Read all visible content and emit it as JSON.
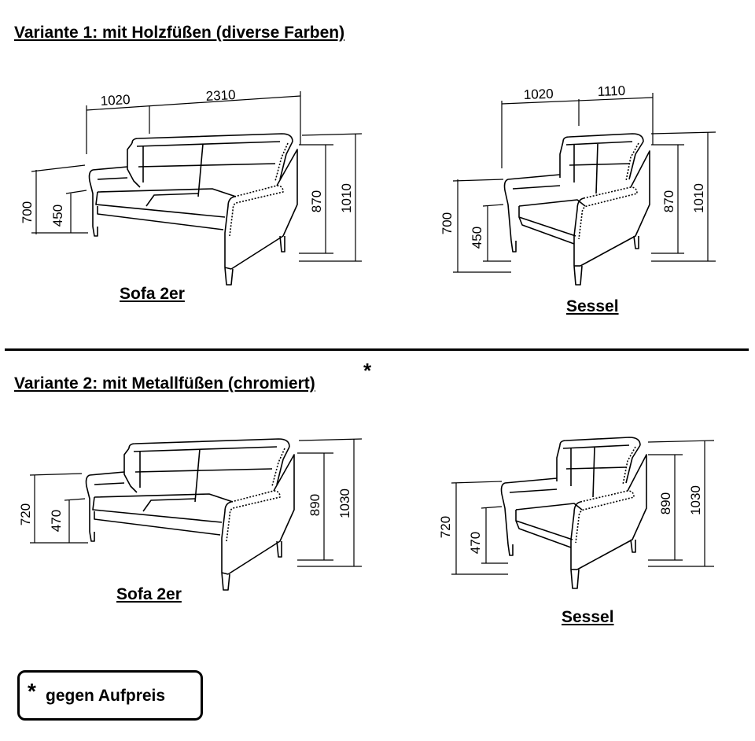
{
  "variant1": {
    "heading": "Variante 1: mit Holzfüßen (diverse Farben)",
    "sofa": {
      "caption": "Sofa 2er",
      "depth": "1020",
      "width": "2310",
      "arm_height": "700",
      "seat_height": "450",
      "back_height": "870",
      "total_height": "1010"
    },
    "chair": {
      "caption": "Sessel",
      "depth": "1020",
      "width": "1110",
      "arm_height": "700",
      "seat_height": "450",
      "back_height": "870",
      "total_height": "1010"
    }
  },
  "variant2": {
    "heading": "Variante 2: mit Metallfüßen (chromiert)",
    "star": "*",
    "sofa": {
      "caption": "Sofa 2er",
      "arm_height": "720",
      "seat_height": "470",
      "back_height": "890",
      "total_height": "1030"
    },
    "chair": {
      "caption": "Sessel",
      "arm_height": "720",
      "seat_height": "470",
      "back_height": "890",
      "total_height": "1030"
    }
  },
  "note": {
    "star": "*",
    "text": "gegen Aufpreis"
  }
}
